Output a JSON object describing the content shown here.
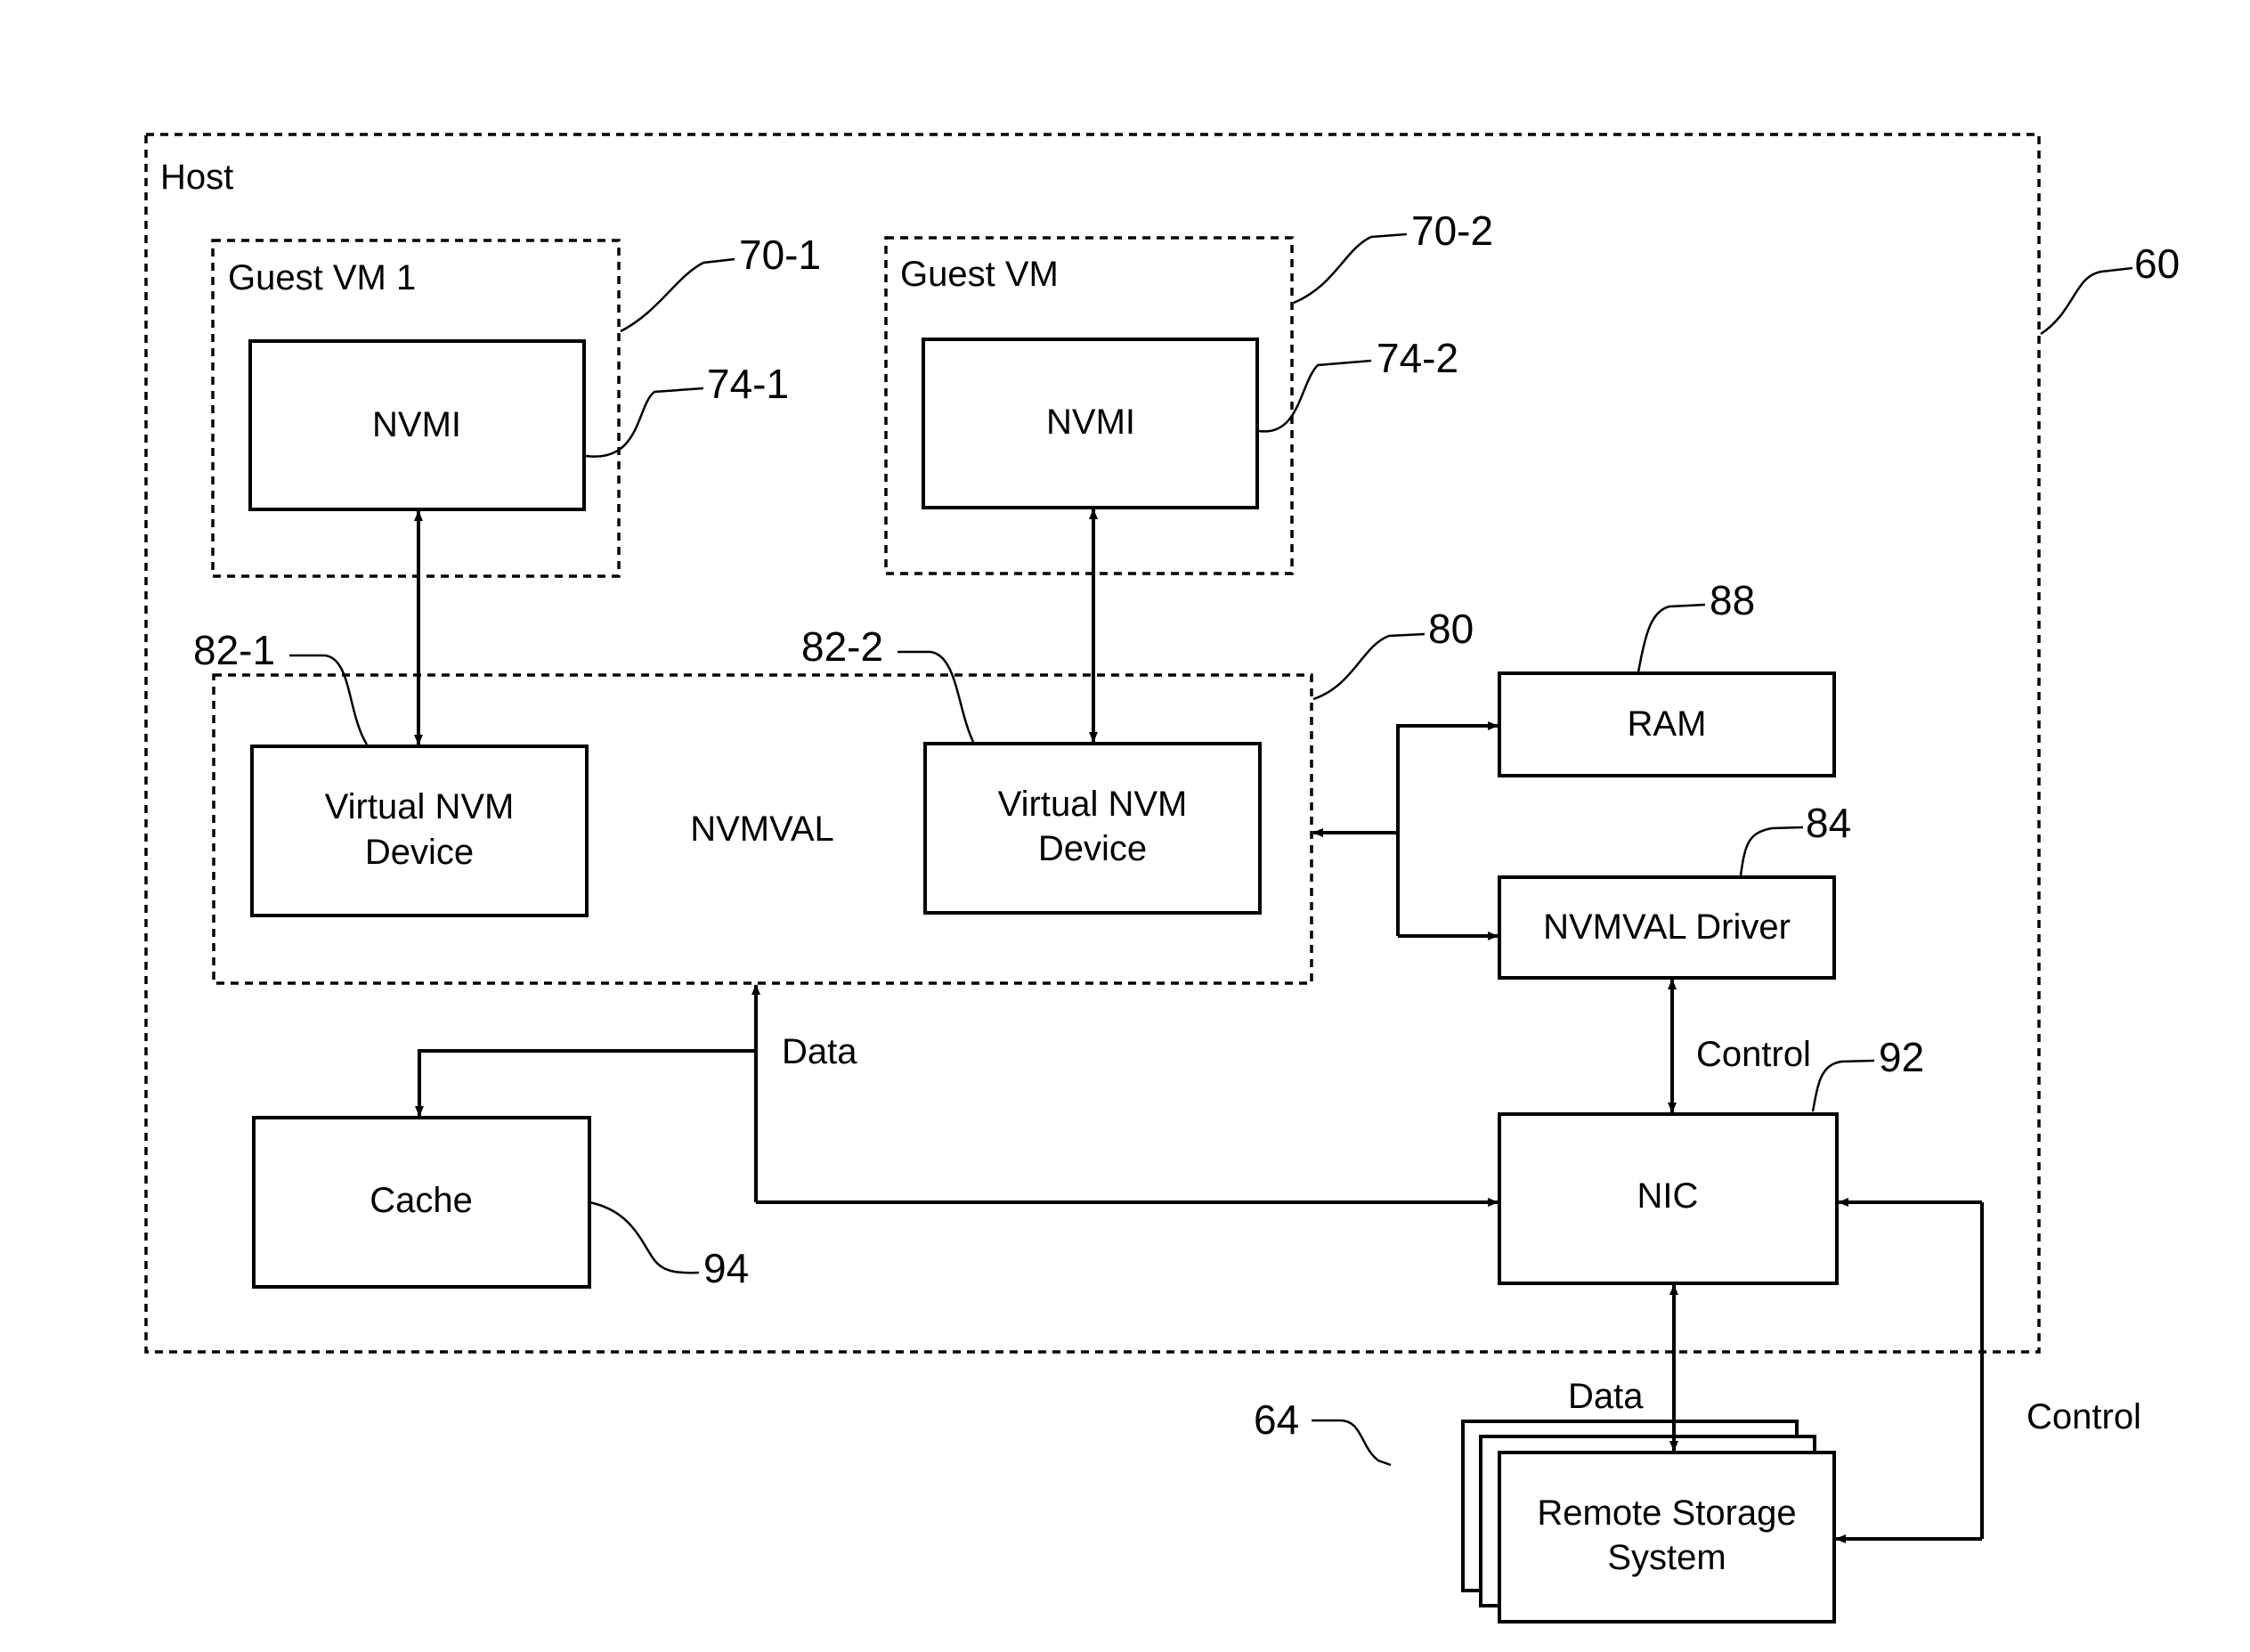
{
  "host_label": "Host",
  "guest_vm_1_label": "Guest VM 1",
  "guest_vm_2_label": "Guest VM",
  "nvmi_1_label": "NVMI",
  "nvmi_2_label": "NVMI",
  "vnvm_1_line1": "Virtual NVM",
  "vnvm_1_line2": "Device",
  "vnvm_2_line1": "Virtual NVM",
  "vnvm_2_line2": "Device",
  "nvmval_label": "NVMVAL",
  "ram_label": "RAM",
  "driver_label": "NVMVAL Driver",
  "nic_label": "NIC",
  "cache_label": "Cache",
  "remote_line1": "Remote Storage",
  "remote_line2": "System",
  "data_label_top": "Data",
  "data_label_bottom": "Data",
  "control_label_top": "Control",
  "control_label_right": "Control",
  "refs": {
    "host": "60",
    "remote_group": "64",
    "guest_vm_1": "70-1",
    "guest_vm_2": "70-2",
    "nvmi_1": "74-1",
    "nvmi_2": "74-2",
    "nvmval": "80",
    "vnvm_1": "82-1",
    "vnvm_2": "82-2",
    "driver": "84",
    "ram": "88",
    "nic": "92",
    "cache": "94"
  }
}
